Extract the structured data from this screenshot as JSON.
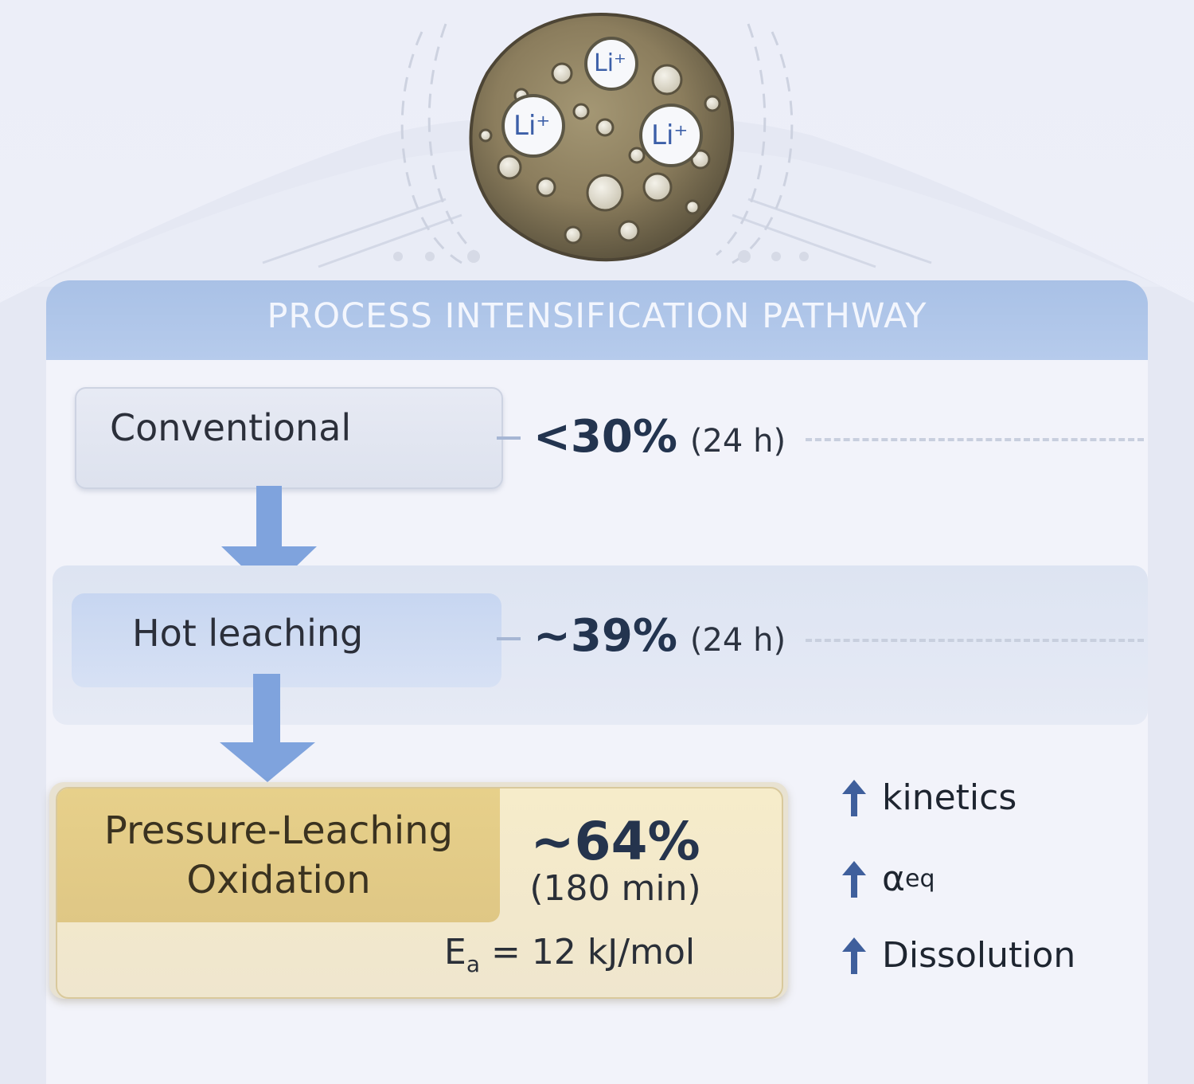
{
  "header": {
    "title": "PROCESS INTENSIFICATION PATHWAY"
  },
  "particle": {
    "ion_labels": [
      "Li⁺",
      "Li⁺",
      "Li⁺"
    ]
  },
  "stages": [
    {
      "label": "Conventional",
      "recovery": "<30%",
      "time": "(24 h)"
    },
    {
      "label": "Hot leaching",
      "recovery": "~39%",
      "time": "(24 h)"
    },
    {
      "label_line1": "Pressure-Leaching",
      "label_line2": "Oxidation",
      "recovery": "~64%",
      "time": "(180 min)",
      "ea_symbol": "E",
      "ea_sub": "a",
      "ea_value": "= 12 kJ/mol"
    }
  ],
  "effects": [
    {
      "main": "kinetics",
      "sub": ""
    },
    {
      "main": "α",
      "sub": "eq"
    },
    {
      "main": "Dissolution",
      "sub": ""
    }
  ],
  "colors": {
    "accent_blue": "#7fa3dd",
    "header_blue": "#a9c1e6",
    "highlight_gold": "#e7d08a",
    "text_dark": "#1f2b3f"
  }
}
